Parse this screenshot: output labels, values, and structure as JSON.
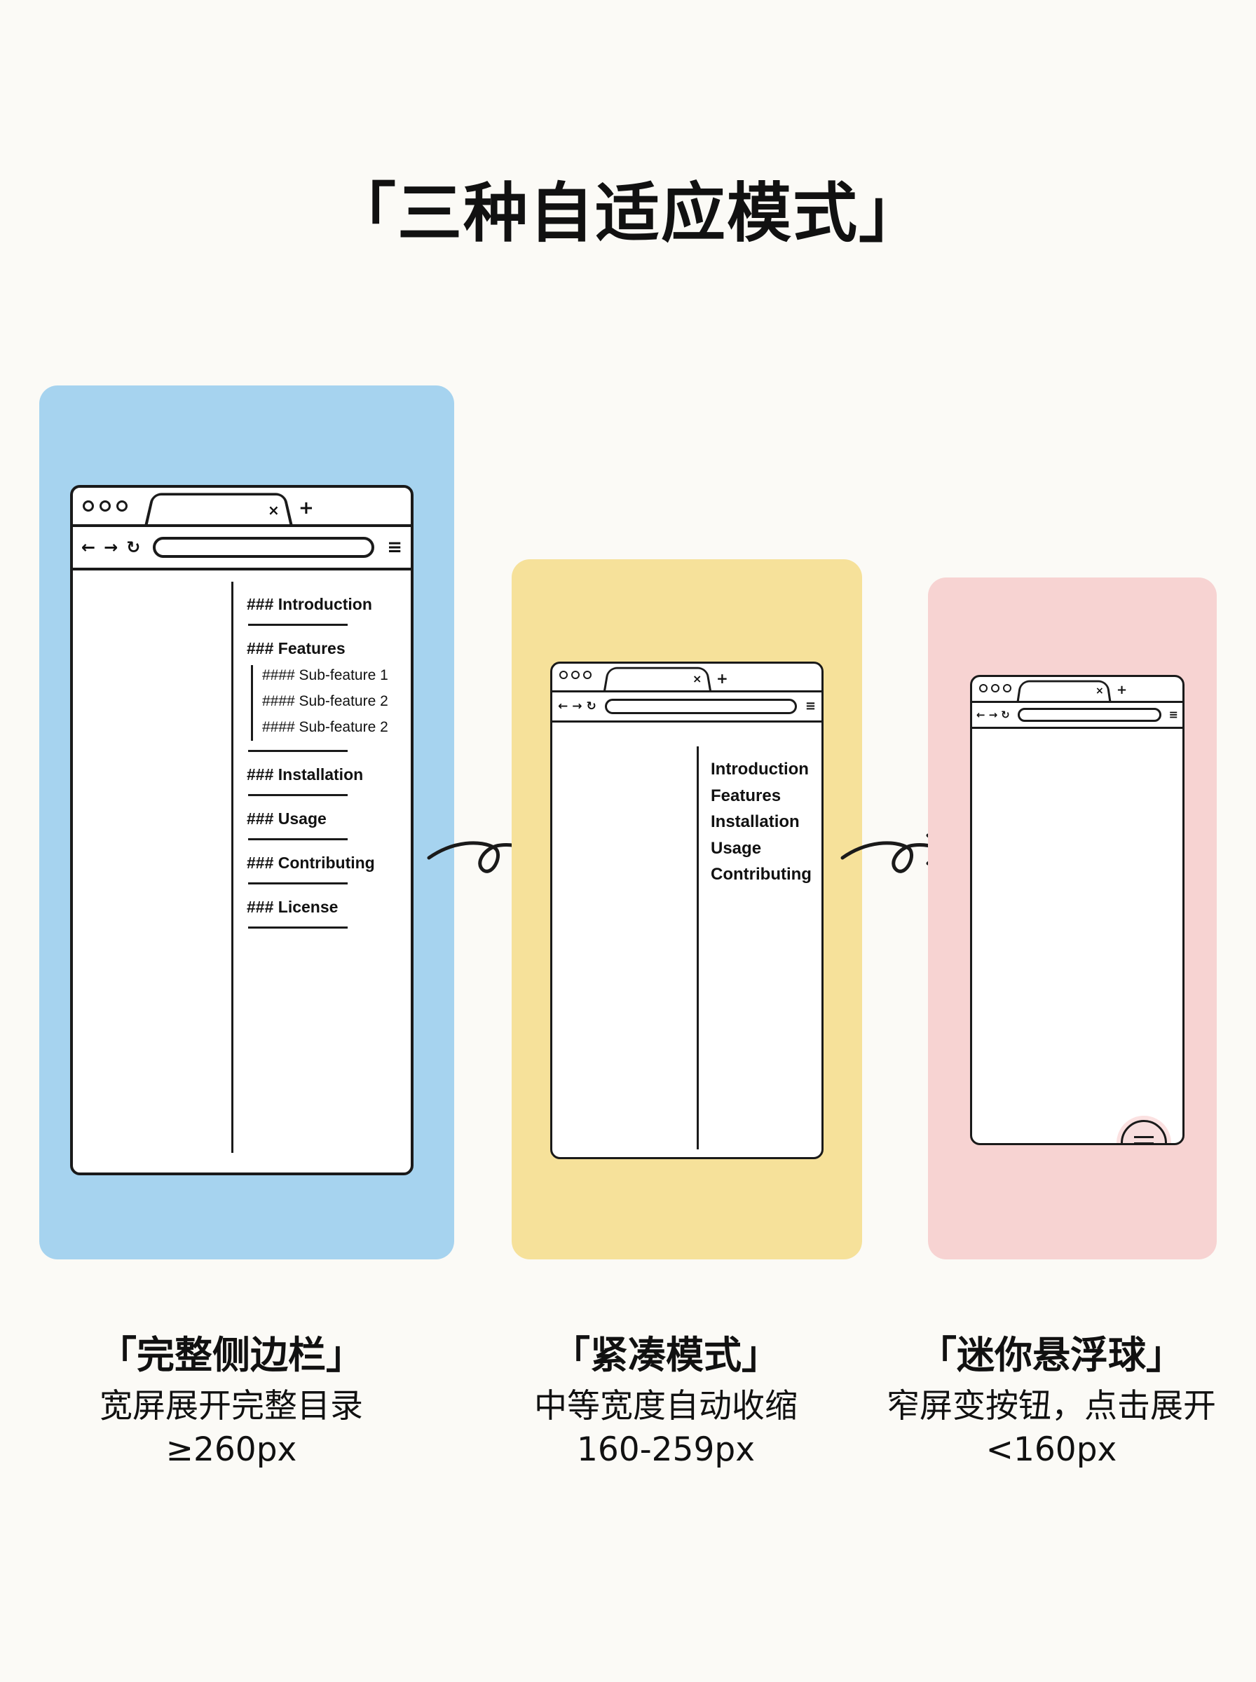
{
  "title": "「三种自适应模式」",
  "colors": {
    "background": "#fbfaf6",
    "full_panel": "#a6d3ef",
    "compact_panel": "#f6e19a",
    "mini_panel": "#f7d3d2",
    "line": "#1a1a1a"
  },
  "browser_chrome": {
    "tab_close_icon": "×",
    "new_tab_icon": "+",
    "back_icon": "←",
    "forward_icon": "→",
    "reload_icon": "↻",
    "menu_icon": "≡"
  },
  "modes": [
    {
      "id": "full",
      "title": "「完整侧边栏」",
      "description": "宽屏展开完整目录",
      "range": "≥260px",
      "toc": [
        {
          "label": "### Introduction"
        },
        {
          "label": "### Features",
          "children": [
            "#### Sub-feature 1",
            "#### Sub-feature 2",
            "#### Sub-feature 2"
          ]
        },
        {
          "label": "### Installation"
        },
        {
          "label": "### Usage"
        },
        {
          "label": "### Contributing"
        },
        {
          "label": "### License"
        }
      ]
    },
    {
      "id": "compact",
      "title": "「紧凑模式」",
      "description": "中等宽度自动收缩",
      "range": "160-259px",
      "toc": [
        "Introduction",
        "Features",
        "Installation",
        "Usage",
        "Contributing"
      ]
    },
    {
      "id": "mini",
      "title": "「迷你悬浮球」",
      "description": "窄屏变按钮，点击展开",
      "range": "<160px",
      "floating_button_icon": "hamburger-menu"
    }
  ]
}
